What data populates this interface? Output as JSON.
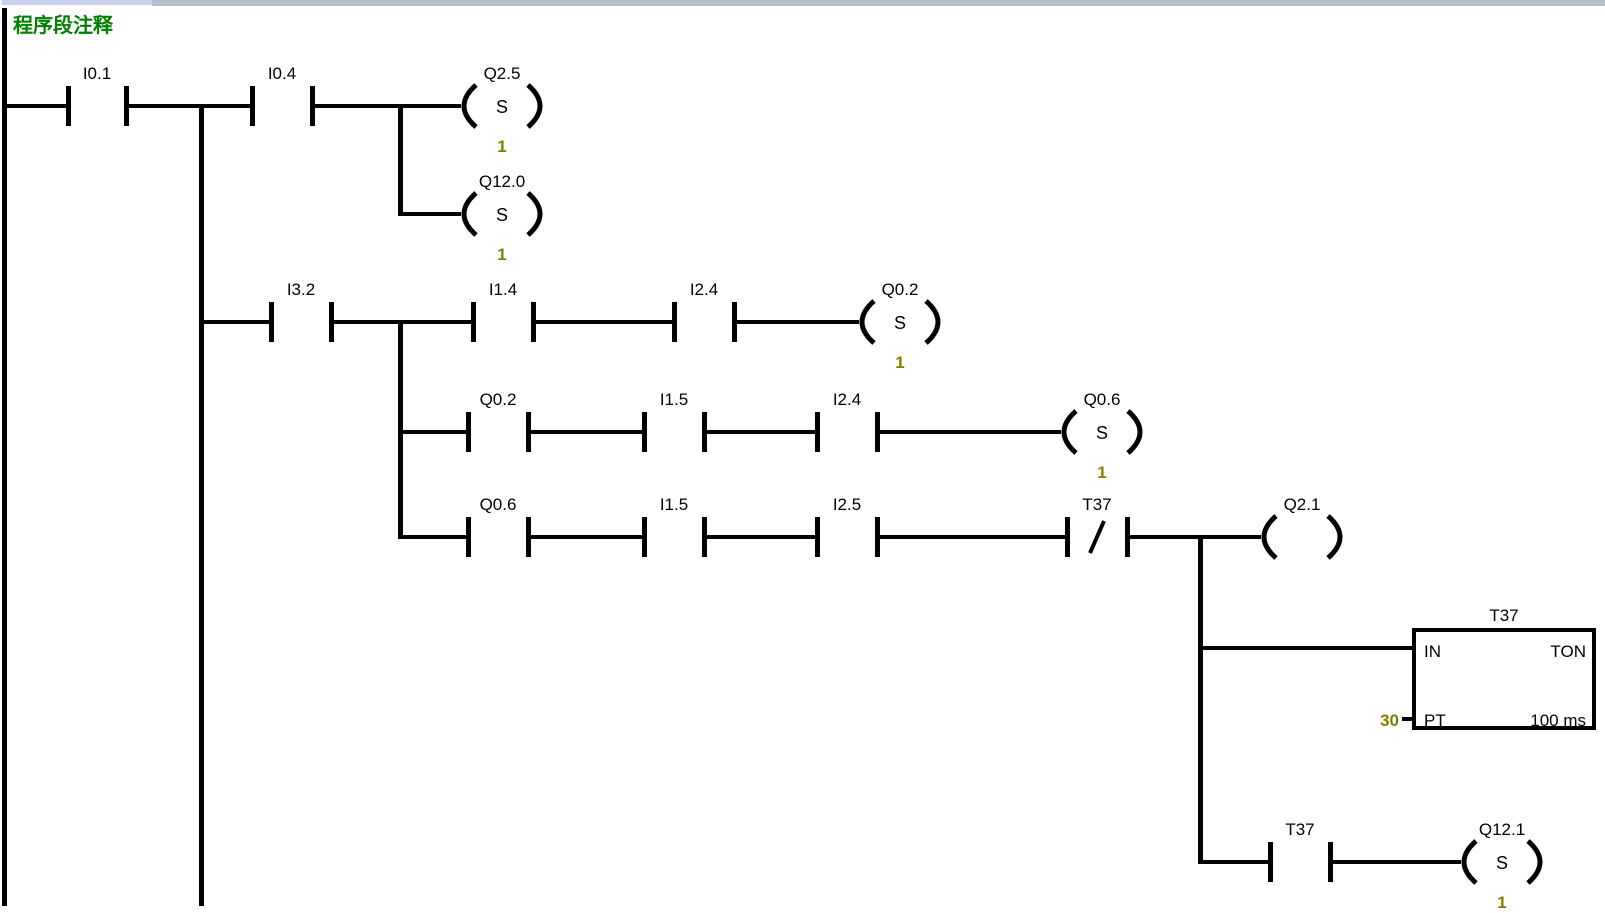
{
  "window": {
    "network_comment": "程序段注释"
  },
  "colors": {
    "wire": "#000000",
    "comment_green": "#008000",
    "param_olive": "#808000",
    "top_accent": "#c9d2ec",
    "top_bar": "#b9c0cd",
    "background": "#ffffff"
  },
  "ladder": {
    "rung1": {
      "contact1": "I0.1",
      "contact2": "I0.4",
      "coil": {
        "name": "Q2.5",
        "func": "S",
        "param": "1"
      }
    },
    "rung1_branch": {
      "coil": {
        "name": "Q12.0",
        "func": "S",
        "param": "1"
      }
    },
    "rung2": {
      "contact1": "I3.2",
      "contact2": "I1.4",
      "contact3": "I2.4",
      "coil": {
        "name": "Q0.2",
        "func": "S",
        "param": "1"
      }
    },
    "rung3": {
      "contact1": "Q0.2",
      "contact2": "I1.5",
      "contact3": "I2.4",
      "coil": {
        "name": "Q0.6",
        "func": "S",
        "param": "1"
      }
    },
    "rung4": {
      "contact1": "Q0.6",
      "contact2": "I1.5",
      "contact3": "I2.5",
      "contact4": "T37",
      "coil": {
        "name": "Q2.1"
      }
    },
    "timer": {
      "name": "T37",
      "in_pin": "IN",
      "type": "TON",
      "pt_pin": "PT",
      "preset": "30",
      "time_base": "100 ms"
    },
    "rung5": {
      "contact1": "T37",
      "coil": {
        "name": "Q12.1",
        "func": "S",
        "param": "1"
      }
    }
  }
}
